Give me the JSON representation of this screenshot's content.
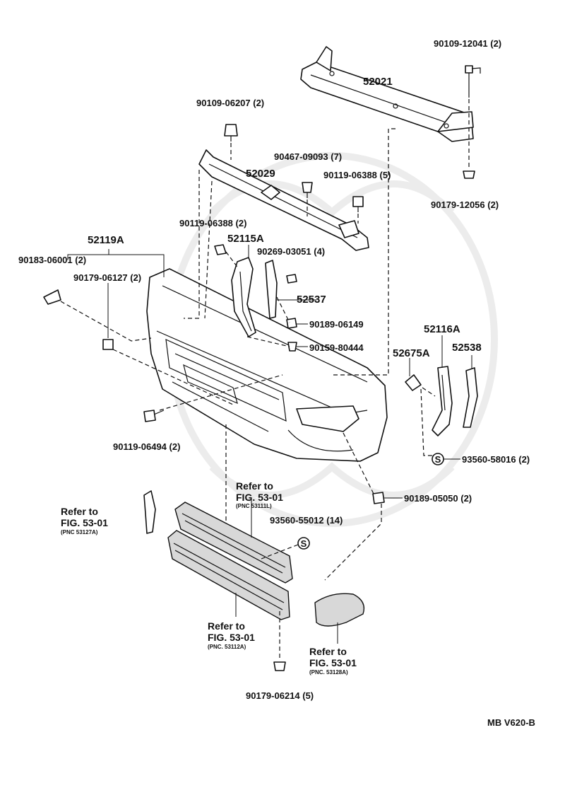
{
  "labels": {
    "p90109_12041": "90109-12041 (2)",
    "p52021": "52021",
    "p90109_06207": "90109-06207 (2)",
    "p90467_09093": "90467-09093 (7)",
    "p52029": "52029",
    "p90119_06388_5": "90119-06388 (5)",
    "p90179_12056": "90179-12056 (2)",
    "p52119A": "52119A",
    "p90119_06388_2": "90119-06388 (2)",
    "p52115A": "52115A",
    "p90269_03051": "90269-03051 (4)",
    "p90183_06001": "90183-06001 (2)",
    "p90179_06127": "90179-06127 (2)",
    "p52537": "52537",
    "p90189_06149": "90189-06149",
    "p52116A": "52116A",
    "p90159_80444": "90159-80444",
    "p52675A": "52675A",
    "p52538": "52538",
    "p90119_06494": "90119-06494 (2)",
    "p93560_58016": "93560-58016 (2)",
    "p90189_05050": "90189-05050 (2)",
    "p93560_55012": "93560-55012 (14)",
    "p90179_06214": "90179-06214 (5)",
    "s_symbol": "S",
    "footer": "MB V620-B"
  },
  "refs": {
    "r1_line1": "Refer to",
    "r1_line2": "FIG. 53-01",
    "r1_pnc": "(PNC 53111L)",
    "r2_line1": "Refer to",
    "r2_line2": "FIG. 53-01",
    "r2_pnc": "(PNC 53127A)",
    "r3_line1": "Refer to",
    "r3_line2": "FIG. 53-01",
    "r3_pnc": "(PNC. 53112A)",
    "r4_line1": "Refer to",
    "r4_line2": "FIG. 53-01",
    "r4_pnc": "(PNC. 53128A)"
  }
}
